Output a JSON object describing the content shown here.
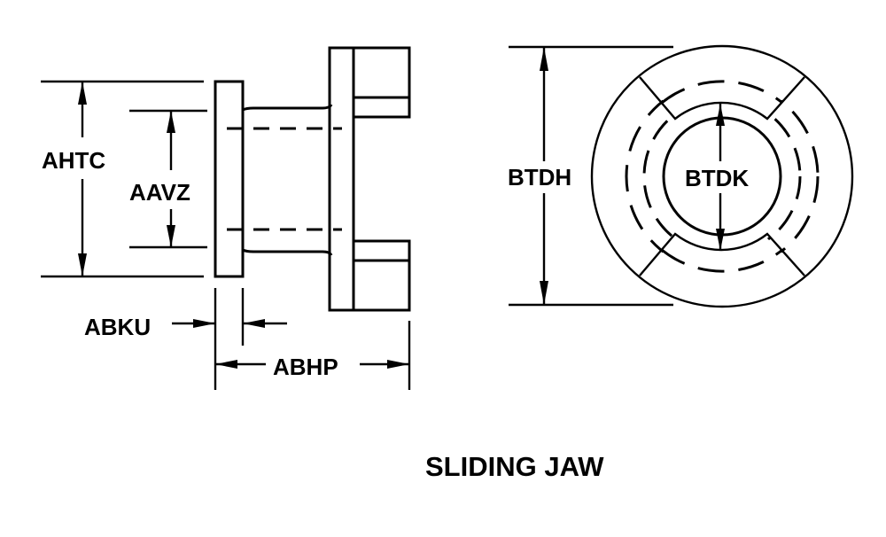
{
  "title": "SLIDING JAW",
  "side_view": {
    "dimensions": {
      "outer_flange_height": "AHTC",
      "hub_diameter": "AAVZ",
      "flange_thickness": "ABKU",
      "overall_length": "ABHP"
    }
  },
  "end_view": {
    "dimensions": {
      "outer_diameter": "BTDH",
      "bore_diameter": "BTDK"
    }
  },
  "colors": {
    "line": "#000000",
    "background": "#ffffff"
  }
}
